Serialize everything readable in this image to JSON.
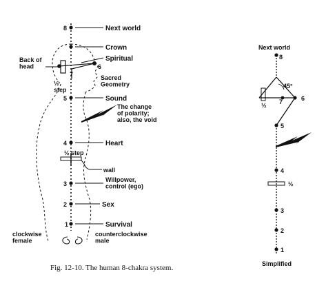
{
  "caption": "Fig. 12-10. The human 8-chakra system.",
  "left_figure": {
    "labels": {
      "next_world": "Next world",
      "crown": "Crown",
      "back_of_head": "Back of\nhead",
      "spiritual": "Spiritual",
      "sacred_geometry": "Sacred\nGeometry",
      "sound": "Sound",
      "change_of_polarity": "The change\nof polarity;\nalso, the void",
      "heart": "Heart",
      "half_step_upper": "½\nstep",
      "half_step_mid": "½ step",
      "wall": "wall",
      "willpower": "Willpower,\ncontrol (ego)",
      "sex": "Sex",
      "survival": "Survival",
      "clockwise_female": "clockwise\nfemale",
      "counterclockwise_male": "counterclockwise\nmale"
    },
    "chakra_numbers": [
      "8",
      "7",
      "6",
      "5",
      "4",
      "3",
      "2",
      "1"
    ]
  },
  "right_figure": {
    "labels": {
      "next_world": "Next world",
      "angle": "45°",
      "half_upper": "½",
      "half_lower": "½",
      "simplified": "Simplified"
    },
    "chakra_numbers": [
      "8",
      "7",
      "6",
      "5",
      "4",
      "3",
      "2",
      "1"
    ]
  },
  "colors": {
    "ink": "#111111",
    "background": "#ffffff"
  }
}
